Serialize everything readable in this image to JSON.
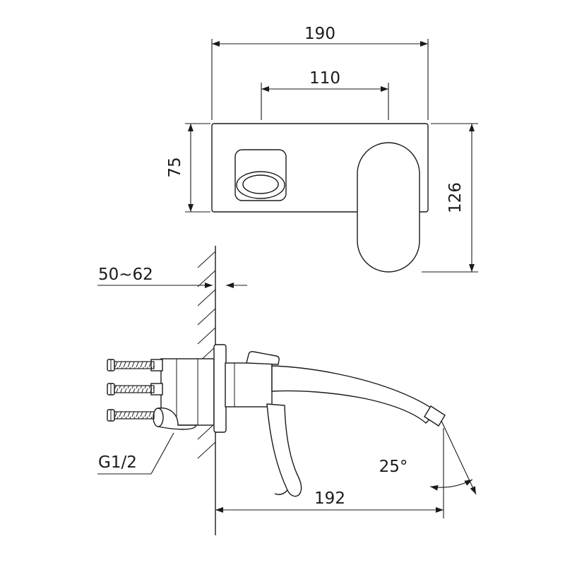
{
  "colors": {
    "background": "#ffffff",
    "line": "#1a1a1a"
  },
  "front_view": {
    "dim_overall_width": "190",
    "dim_spout_to_handle": "110",
    "dim_plate_height": "75",
    "dim_overall_height": "126"
  },
  "side_view": {
    "dim_wall_embed_depth": "50~62",
    "inlet_thread_label": "G1/2",
    "dim_spout_reach": "192",
    "dim_flow_angle": "25°"
  }
}
